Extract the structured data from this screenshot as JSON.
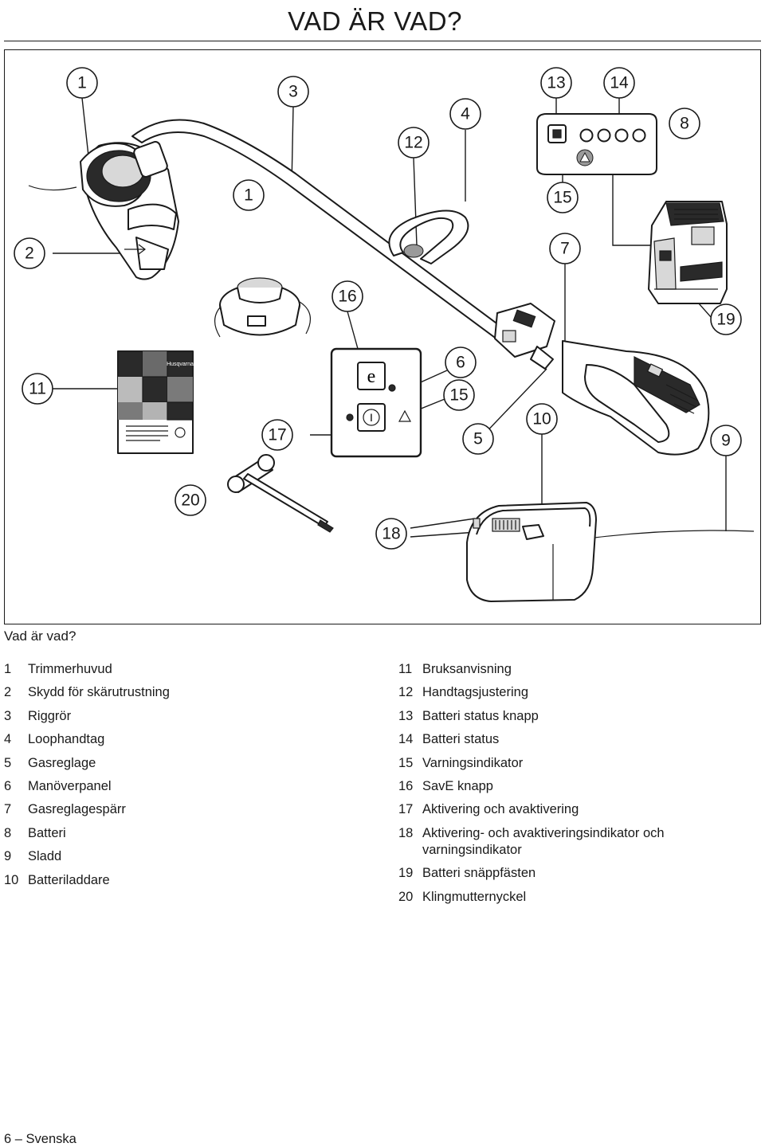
{
  "page": {
    "title": "VAD ÄR VAD?",
    "caption": "Vad är vad?",
    "footer": "6 – Svenska"
  },
  "figure": {
    "callouts": [
      "1",
      "3",
      "13",
      "14",
      "4",
      "8",
      "12",
      "1",
      "15",
      "2",
      "7",
      "16",
      "19",
      "6",
      "11",
      "15",
      "10",
      "17",
      "5",
      "9",
      "20",
      "18"
    ],
    "manual_brand": "Husqvarna",
    "panel_button_letter": "e",
    "panel_power_letter": "I"
  },
  "parts_left": [
    {
      "num": "1",
      "label": "Trimmerhuvud"
    },
    {
      "num": "2",
      "label": "Skydd för skärutrustning"
    },
    {
      "num": "3",
      "label": "Riggrör"
    },
    {
      "num": "4",
      "label": "Loophandtag"
    },
    {
      "num": "5",
      "label": "Gasreglage"
    },
    {
      "num": "6",
      "label": "Manöverpanel"
    },
    {
      "num": "7",
      "label": "Gasreglagespärr"
    },
    {
      "num": "8",
      "label": "Batteri"
    },
    {
      "num": "9",
      "label": "Sladd"
    },
    {
      "num": "10",
      "label": "Batteriladdare"
    }
  ],
  "parts_right": [
    {
      "num": "11",
      "label": "Bruksanvisning"
    },
    {
      "num": "12",
      "label": "Handtagsjustering"
    },
    {
      "num": "13",
      "label": "Batteri status knapp"
    },
    {
      "num": "14",
      "label": "Batteri status"
    },
    {
      "num": "15",
      "label": "Varningsindikator"
    },
    {
      "num": "16",
      "label": "SavE knapp"
    },
    {
      "num": "17",
      "label": "Aktivering och avaktivering"
    },
    {
      "num": "18",
      "label": "Aktivering- och avaktiveringsindikator och varningsindikator"
    },
    {
      "num": "19",
      "label": "Batteri snäppfästen"
    },
    {
      "num": "20",
      "label": "Klingmutternyckel"
    }
  ]
}
